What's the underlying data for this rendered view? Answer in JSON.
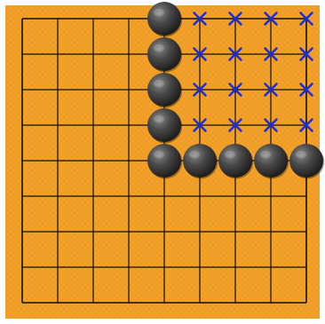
{
  "board": {
    "size": 9,
    "colors": {
      "board": "#f3a12a",
      "grid": "#111111",
      "stone": "#2b2b2b",
      "mark": "#1f2fd6",
      "outer": "#ffffff"
    },
    "stones": [
      {
        "color": "black",
        "col": 4,
        "row": 0
      },
      {
        "color": "black",
        "col": 4,
        "row": 1
      },
      {
        "color": "black",
        "col": 4,
        "row": 2
      },
      {
        "color": "black",
        "col": 4,
        "row": 3
      },
      {
        "color": "black",
        "col": 4,
        "row": 4
      },
      {
        "color": "black",
        "col": 5,
        "row": 4
      },
      {
        "color": "black",
        "col": 6,
        "row": 4
      },
      {
        "color": "black",
        "col": 7,
        "row": 4
      },
      {
        "color": "black",
        "col": 8,
        "row": 4
      }
    ],
    "territory_marks": {
      "symbol": "x",
      "points": [
        {
          "col": 5,
          "row": 0
        },
        {
          "col": 6,
          "row": 0
        },
        {
          "col": 7,
          "row": 0
        },
        {
          "col": 8,
          "row": 0
        },
        {
          "col": 5,
          "row": 1
        },
        {
          "col": 6,
          "row": 1
        },
        {
          "col": 7,
          "row": 1
        },
        {
          "col": 8,
          "row": 1
        },
        {
          "col": 5,
          "row": 2
        },
        {
          "col": 6,
          "row": 2
        },
        {
          "col": 7,
          "row": 2
        },
        {
          "col": 8,
          "row": 2
        },
        {
          "col": 5,
          "row": 3
        },
        {
          "col": 6,
          "row": 3
        },
        {
          "col": 7,
          "row": 3
        },
        {
          "col": 8,
          "row": 3
        }
      ]
    },
    "star_points": [
      {
        "col": 6,
        "row": 2
      }
    ]
  }
}
